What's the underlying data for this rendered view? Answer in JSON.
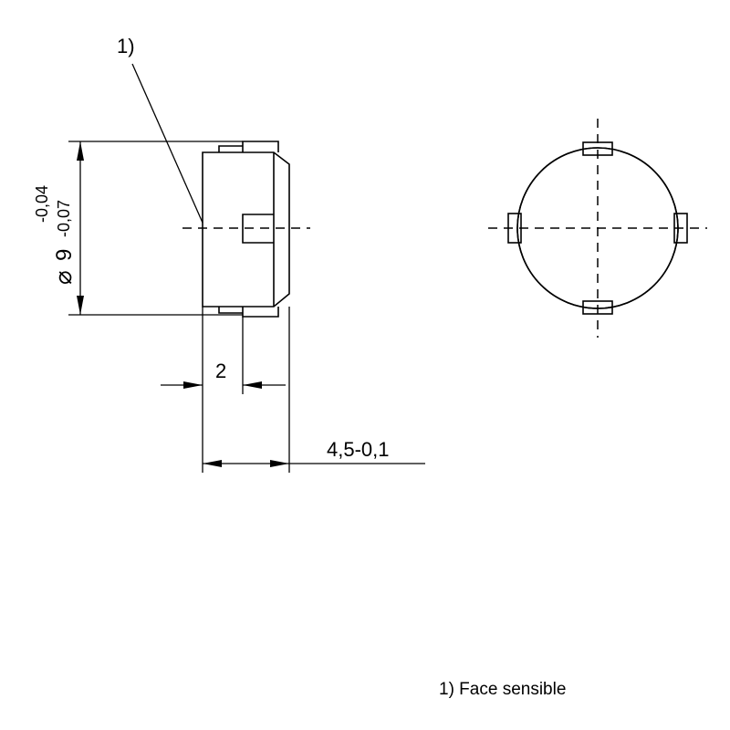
{
  "side_view": {
    "callout_label": "1)",
    "diameter_symbol": "⌀",
    "diameter_value": "9",
    "diameter_tolerance_upper": "-0,04",
    "diameter_tolerance_lower": "-0,07",
    "depth_dimension": "2",
    "length_dimension": "4,5-0,1"
  },
  "legend": {
    "note": "1) Face sensible"
  }
}
